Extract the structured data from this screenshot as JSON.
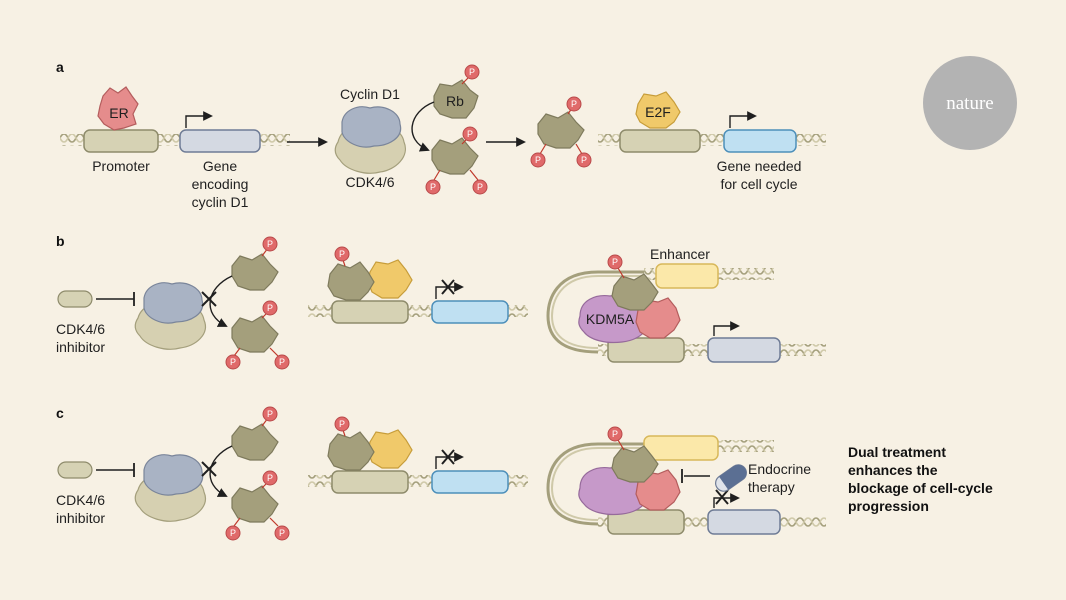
{
  "panels": {
    "a": "a",
    "b": "b",
    "c": "c"
  },
  "logo": "nature",
  "a": {
    "er": "ER",
    "promoter": "Promoter",
    "gene_line1": "Gene",
    "gene_line2": "encoding",
    "gene_line3": "cyclin D1",
    "cyclin": "Cyclin D1",
    "cdk": "CDK4/6",
    "rb": "Rb",
    "e2f": "E2F",
    "needed_line1": "Gene needed",
    "needed_line2": "for cell cycle"
  },
  "b": {
    "inhibitor_line1": "CDK4/6",
    "inhibitor_line2": "inhibitor",
    "enhancer": "Enhancer",
    "kdm5a": "KDM5A"
  },
  "c": {
    "inhibitor_line1": "CDK4/6",
    "inhibitor_line2": "inhibitor",
    "endocrine_line1": "Endocrine",
    "endocrine_line2": "therapy"
  },
  "phospho": "P",
  "note": [
    "Dual treatment",
    "enhances the",
    "blockage of cell-cycle",
    "progression"
  ],
  "colors": {
    "background": "#f7f1e4",
    "er": "#e58c8c",
    "cyclin": "#a9b3c4",
    "cdk": "#d6d0b1",
    "rb": "#a49f7c",
    "e2f": "#f0c96a",
    "kdm5a": "#c699c9",
    "phospho": "#e06a6a",
    "gene_active": "#bfe0f2",
    "enhancer": "#fbe8a9"
  }
}
